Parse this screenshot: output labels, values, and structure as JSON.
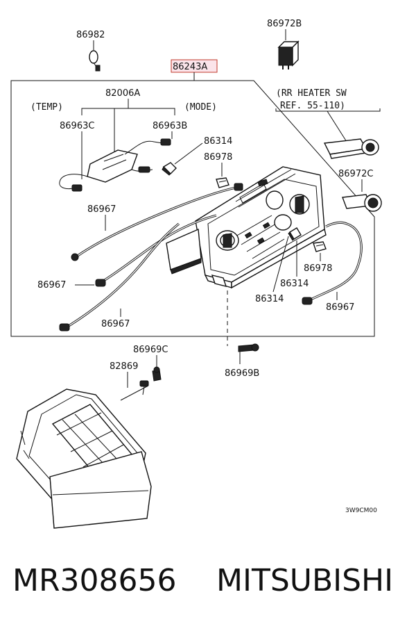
{
  "diagram": {
    "assembly_label": "86243A",
    "labels": {
      "p86982": "86982",
      "p86972B": "86972B",
      "p82006A": "82006A",
      "temp": "(TEMP)",
      "mode": "(MODE)",
      "p86963C": "86963C",
      "p86963B": "86963B",
      "p86314_top": "86314",
      "p86978_top": "86978",
      "p86967_a": "86967",
      "p86967_b": "86967",
      "p86967_c": "86967",
      "p86967_d": "86967",
      "p86978_right": "86978",
      "p86314_mid": "86314",
      "p86314_low": "86314",
      "p86972C": "86972C",
      "rr_heater_line1": "(RR HEATER SW",
      "rr_heater_line2": "REF. 55-110)",
      "p86969C": "86969C",
      "p82869": "82869",
      "p86969B": "86969B",
      "drawing_code": "3W9CM00"
    }
  },
  "footer": {
    "part_number": "MR308656",
    "brand": "MITSUBISHI"
  }
}
